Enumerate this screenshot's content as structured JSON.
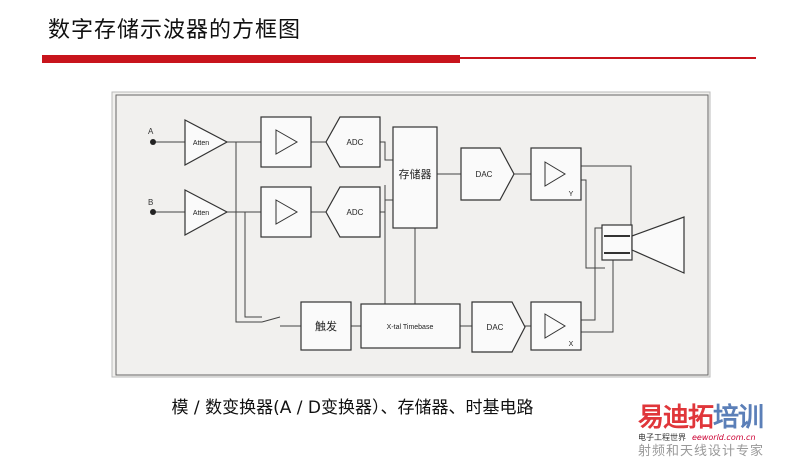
{
  "slide": {
    "title": "数字存储示波器的方框图",
    "caption": "模 / 数变换器(A / D变换器）、存储器、时基电路",
    "accent_color": "#c8141c"
  },
  "diagram": {
    "input_a": "A",
    "input_b": "B",
    "atten_a": "Atten",
    "atten_b": "Atten",
    "adc_a": "ADC",
    "adc_b": "ADC",
    "memory": "存储器",
    "dac_y": "DAC",
    "amp_y": "Y",
    "trigger": "触发",
    "timebase": "X-tal Timebase",
    "dac_x": "DAC",
    "amp_x": "X"
  },
  "logo": {
    "main_red": "易迪拓",
    "main_blue": "培训",
    "sub": "电子工程世界",
    "url": "eeworld.com.cn",
    "tagline": "射频和天线设计专家"
  }
}
